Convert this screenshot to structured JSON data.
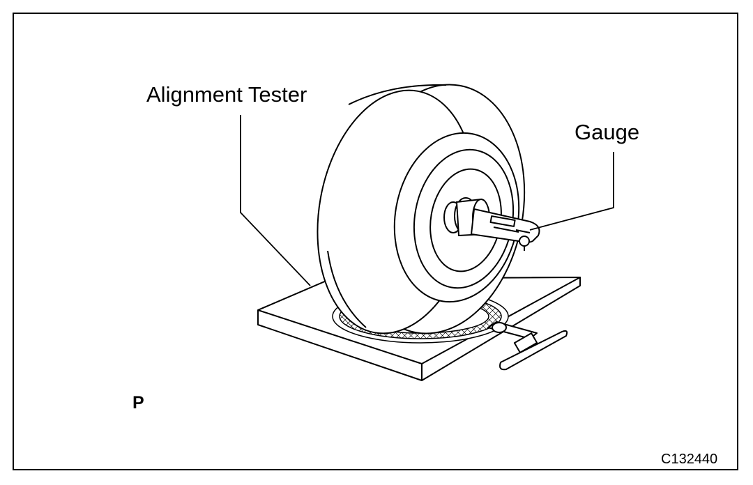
{
  "labels": {
    "alignment_tester": "Alignment Tester",
    "gauge": "Gauge",
    "view_letter": "P",
    "figure_code": "C132440"
  },
  "colors": {
    "line": "#000000",
    "background": "#ffffff"
  }
}
